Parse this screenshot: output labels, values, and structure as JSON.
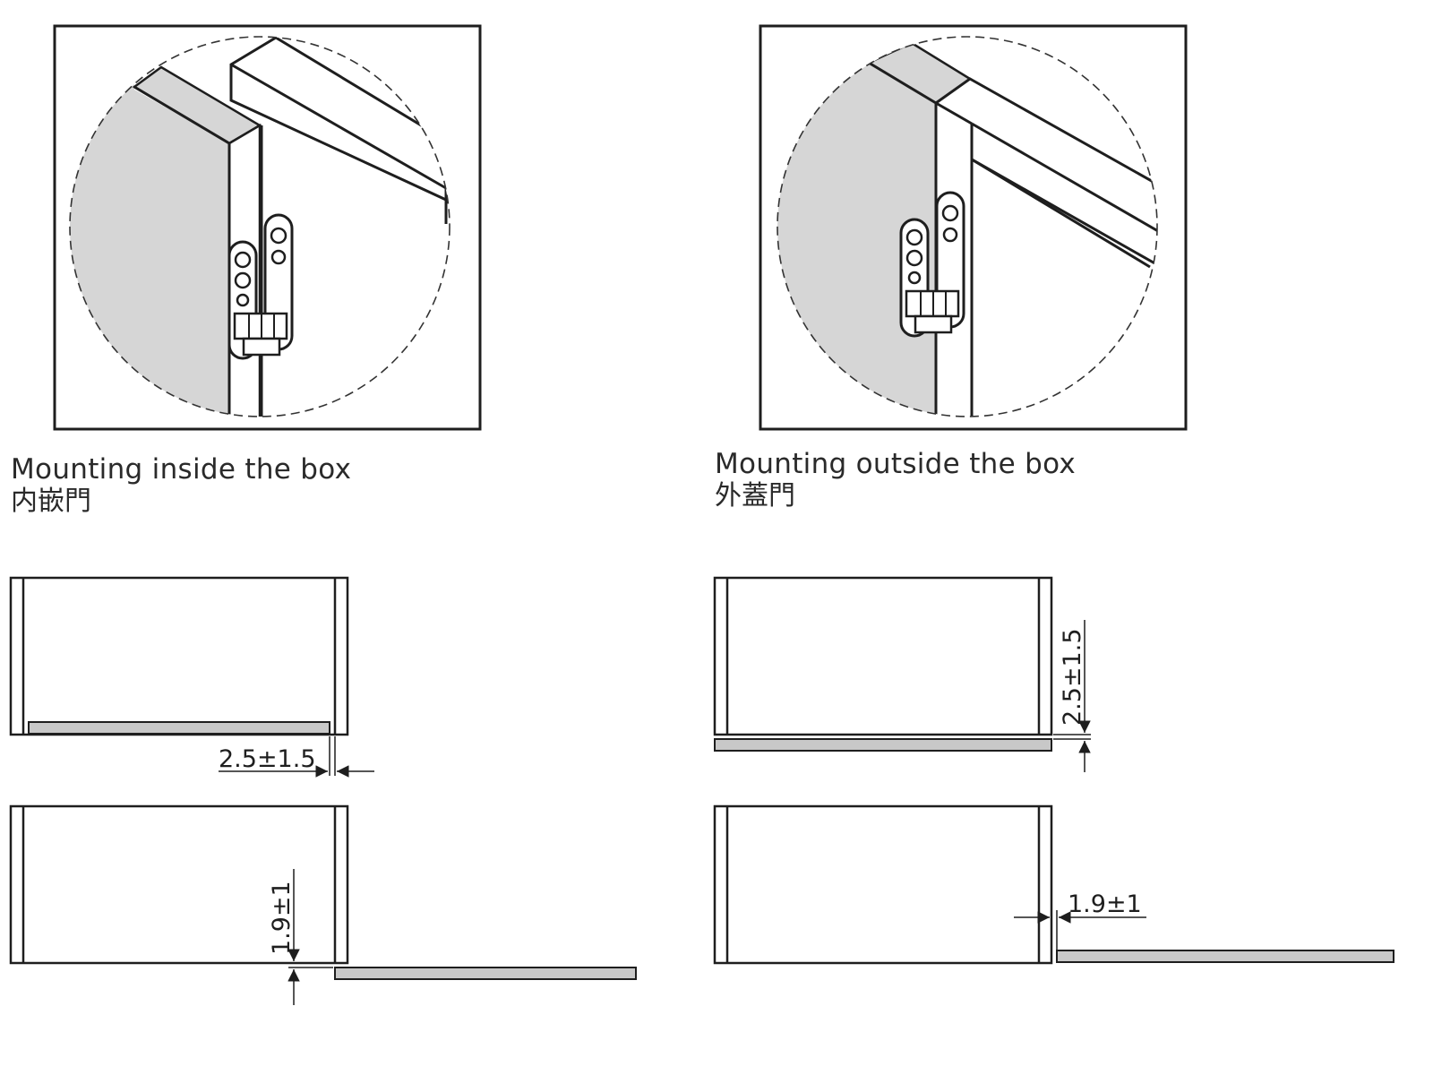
{
  "panels": {
    "inside": {
      "caption_en": "Mounting inside the box",
      "caption_zh": "内嵌門",
      "dim_front_gap": "2.5±1.5",
      "dim_side_gap": "1.9±1"
    },
    "outside": {
      "caption_en": "Mounting outside the box",
      "caption_zh": "外蓋門",
      "dim_front_gap": "2.5±1.5",
      "dim_side_gap": "1.9±1"
    }
  },
  "colors": {
    "line": "#1e1e1e",
    "door_fill": "#d9d9d9",
    "panel_grey": "#c8c8c8"
  },
  "icons": {
    "hinge": "concealed-3d-hinge-icon"
  }
}
